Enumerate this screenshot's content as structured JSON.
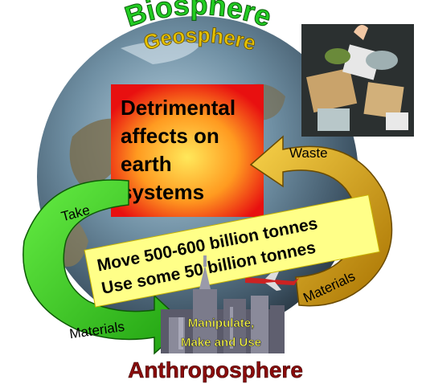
{
  "title_top": "Biosphere",
  "title_second": "Geosphere",
  "center_box": {
    "lines": [
      "Detrimental",
      "affects on",
      "earth",
      "systems"
    ]
  },
  "arrows": {
    "waste": "Waste",
    "materials_right": "Materials",
    "take": "Take",
    "materials_left": "Materials"
  },
  "banner": {
    "line1": "Move 500-600 billion tonnes",
    "line2": "Use some 50 billion tonnes"
  },
  "city": {
    "line1": "Manipulate,",
    "line2": "Make and Use"
  },
  "bottom_title": "Anthroposphere",
  "colors": {
    "biosphere": "#22cc22",
    "geosphere": "#e6c200",
    "center_grad_outer": "#e81010",
    "center_grad_inner": "#ffe85a",
    "green_arrow": "#33cc22",
    "gold_arrow": "#d9a400",
    "banner_fill": "#ffff88",
    "anthro": "#8a0c0c"
  }
}
